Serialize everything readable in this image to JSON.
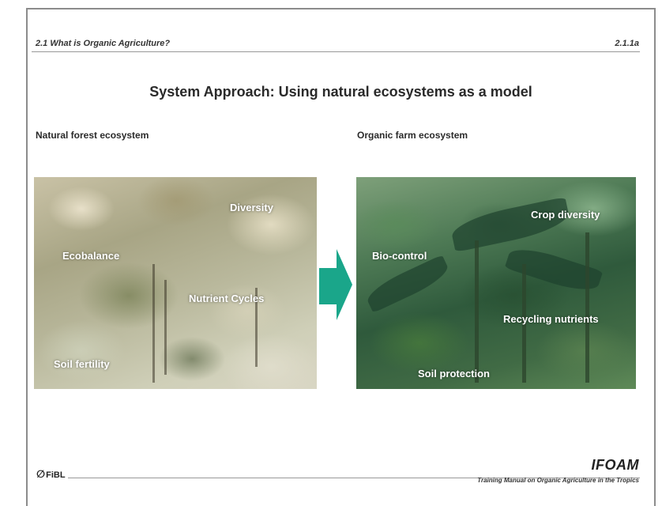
{
  "header": {
    "section": "2.1 What is Organic Agriculture?",
    "slide_number": "2.1.1a"
  },
  "title": "System Approach: Using natural ecosystems as a model",
  "left_panel": {
    "heading": "Natural forest ecosystem",
    "labels": {
      "diversity": "Diversity",
      "ecobalance": "Ecobalance",
      "nutrient_cycles": "Nutrient Cycles",
      "soil_fertility": "Soil fertility"
    }
  },
  "right_panel": {
    "heading": "Organic farm ecosystem",
    "labels": {
      "crop_diversity": "Crop diversity",
      "bio_control": "Bio-control",
      "recycling_nutrients": "Recycling nutrients",
      "soil_protection": "Soil protection"
    }
  },
  "footer": {
    "left_logo": "FiBL",
    "right_logo": "IFOAM",
    "manual": "Training Manual on Organic Agriculture in the Tropics"
  },
  "colors": {
    "arrow": "#1aa68a"
  }
}
